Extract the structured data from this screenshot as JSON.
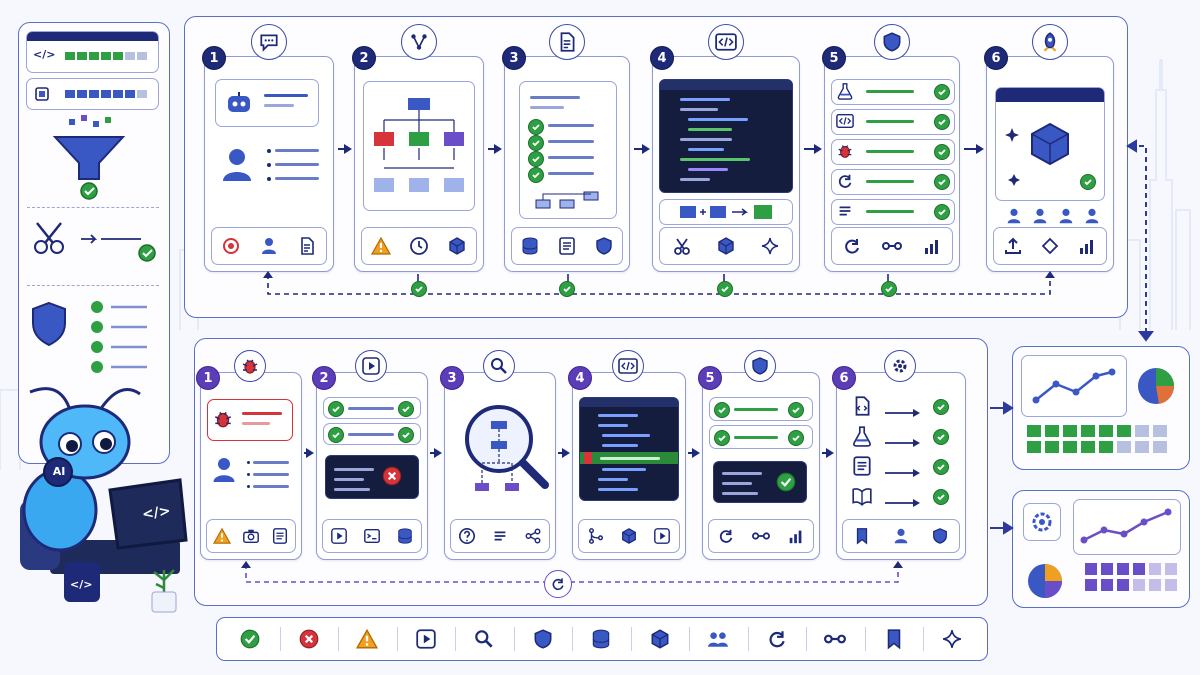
{
  "colors": {
    "navy": "#1e2a78",
    "blue": "#3a58c4",
    "green": "#2ea043",
    "red": "#d6333a",
    "orange": "#f0a020",
    "purple": "#6a4ec8"
  },
  "row1": {
    "steps": [
      "1",
      "2",
      "3",
      "4",
      "5",
      "6"
    ],
    "top_icons": [
      "speech-bubble-icon",
      "network-icon",
      "document-icon",
      "code-icon",
      "shield-icon",
      "rocket-icon"
    ],
    "bottom_icons": [
      [
        "target-icon",
        "user-icon",
        "document-icon"
      ],
      [
        "warning-icon",
        "clock-icon",
        "cube-icon"
      ],
      [
        "database-icon",
        "checklist-icon",
        "shield-icon"
      ],
      [
        "scissors-icon",
        "cube-icon",
        "sparkle-icon"
      ],
      [
        "refresh-icon",
        "pipeline-icon",
        "bar-chart-icon"
      ],
      [
        "upload-icon",
        "tag-icon",
        "bar-chart-icon"
      ]
    ],
    "step3_checks": 4,
    "step5_checks": 5,
    "step6_users": 4
  },
  "row2": {
    "steps": [
      "1",
      "2",
      "3",
      "4",
      "5",
      "6"
    ],
    "top_icons": [
      "bug-icon",
      "play-icon",
      "magnifier-icon",
      "code-icon",
      "shield-icon",
      "gear-icon"
    ],
    "bottom_icons": [
      [
        "warning-icon",
        "camera-icon",
        "checklist-icon"
      ],
      [
        "play-icon",
        "terminal-icon",
        "database-icon"
      ],
      [
        "question-icon",
        "list-icon",
        "share-icon"
      ],
      [
        "branch-icon",
        "cube-icon",
        "play-icon"
      ],
      [
        "refresh-icon",
        "pipeline-icon",
        "bar-chart-icon"
      ],
      [
        "bookmark-icon",
        "user-icon",
        "shield-icon"
      ]
    ],
    "step6_items": [
      "code-file-icon",
      "flask-icon",
      "checklist-icon",
      "book-icon"
    ]
  },
  "code_badges": {
    "symbol": "</>"
  },
  "mascot": {
    "label": "AI",
    "laptop_symbol": "</>",
    "mug_symbol": "</>"
  },
  "legend": [
    "check-icon",
    "error-icon",
    "warning-icon",
    "play-icon",
    "search-icon",
    "shield-icon",
    "database-icon",
    "cube-icon",
    "users-icon",
    "refresh-icon",
    "pipeline-icon",
    "bookmark-icon",
    "sparkle-icon"
  ]
}
